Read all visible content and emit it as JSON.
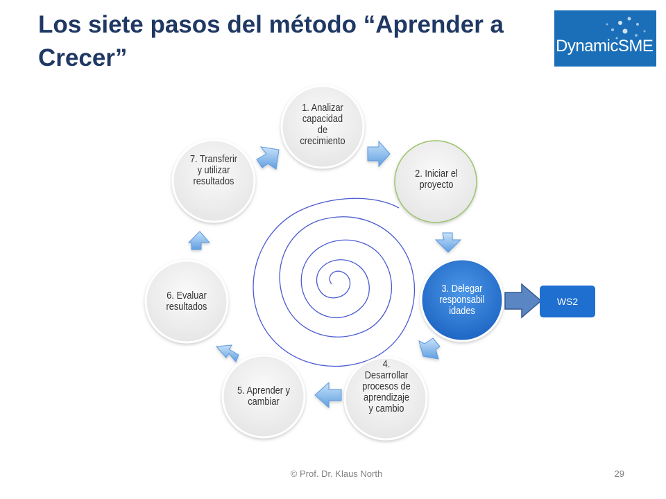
{
  "slide": {
    "title": "Los siete pasos del método “Aprender a Crecer”",
    "footer": "© Prof. Dr. Klaus North",
    "page_number": "29"
  },
  "logo": {
    "text": "DynamicSME"
  },
  "steps": [
    {
      "label": "1. Analizar capacidad de crecimiento",
      "active": false
    },
    {
      "label": "2. Iniciar el proyecto",
      "active": false
    },
    {
      "label": "3. Delegar responsabil idades",
      "active": true
    },
    {
      "label": "4. Desarrollar procesos de aprendizaje y cambio",
      "active": false
    },
    {
      "label": "5. Aprender y cambiar",
      "active": false
    },
    {
      "label": "6. Evaluar resultados",
      "active": false
    },
    {
      "label": "7. Transferir y utilizar resultados",
      "active": false
    }
  ],
  "callout": {
    "label": "WS2"
  },
  "colors": {
    "title": "#1f3864",
    "circle_fill": "#f2f2f2",
    "active_fill": "#2e7bd6",
    "arrow_fill": "#7fb6e8",
    "spiral": "#4a5bd0",
    "callout_fill": "#1f6fd0"
  }
}
